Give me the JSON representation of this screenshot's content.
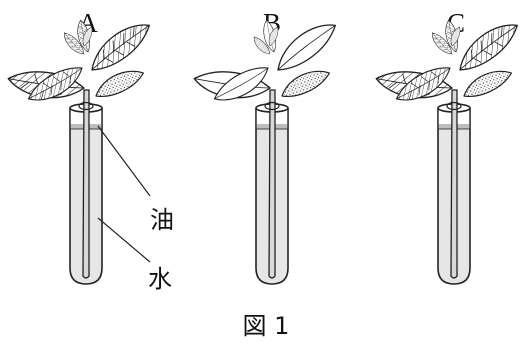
{
  "figure": {
    "labels": [
      "A",
      "B",
      "C"
    ],
    "oil_label": "油",
    "water_label": "水",
    "caption": "図 1"
  }
}
